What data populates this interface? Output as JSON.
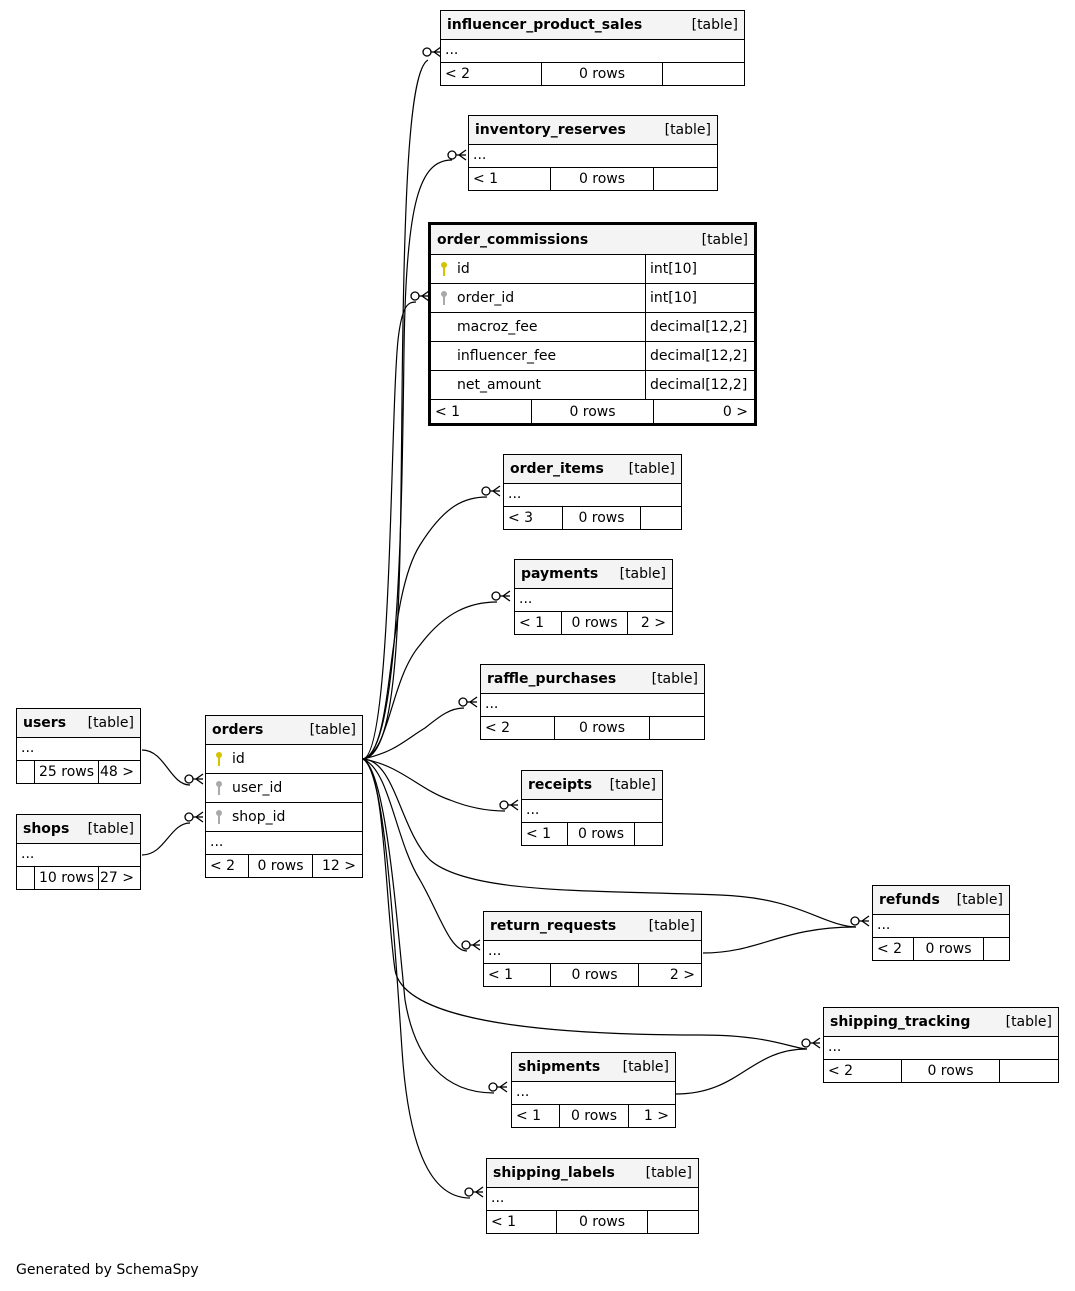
{
  "footer_text": "Generated by SchemaSpy",
  "colors": {
    "primary_key": "#d4c300",
    "foreign_key": "#a9a9a9",
    "header_bg": "#f4f4f4",
    "line": "#000000"
  },
  "tables": {
    "influencer_product_sales": {
      "name": "influencer_product_sales",
      "type": "[table]",
      "ellipsis": "...",
      "parents": "< 2",
      "rows": "0 rows",
      "children": ""
    },
    "inventory_reserves": {
      "name": "inventory_reserves",
      "type": "[table]",
      "ellipsis": "...",
      "parents": "< 1",
      "rows": "0 rows",
      "children": ""
    },
    "order_commissions": {
      "name": "order_commissions",
      "type": "[table]",
      "columns": [
        {
          "name": "id",
          "type": "int[10]",
          "key": "primary-key"
        },
        {
          "name": "order_id",
          "type": "int[10]",
          "key": "foreign-key"
        },
        {
          "name": "macroz_fee",
          "type": "decimal[12,2]",
          "key": ""
        },
        {
          "name": "influencer_fee",
          "type": "decimal[12,2]",
          "key": ""
        },
        {
          "name": "net_amount",
          "type": "decimal[12,2]",
          "key": ""
        }
      ],
      "parents": "< 1",
      "rows": "0 rows",
      "children": "0 >"
    },
    "order_items": {
      "name": "order_items",
      "type": "[table]",
      "ellipsis": "...",
      "parents": "< 3",
      "rows": "0 rows",
      "children": ""
    },
    "payments": {
      "name": "payments",
      "type": "[table]",
      "ellipsis": "...",
      "parents": "< 1",
      "rows": "0 rows",
      "children": "2 >"
    },
    "raffle_purchases": {
      "name": "raffle_purchases",
      "type": "[table]",
      "ellipsis": "...",
      "parents": "< 2",
      "rows": "0 rows",
      "children": ""
    },
    "receipts": {
      "name": "receipts",
      "type": "[table]",
      "ellipsis": "...",
      "parents": "< 1",
      "rows": "0 rows",
      "children": ""
    },
    "refunds": {
      "name": "refunds",
      "type": "[table]",
      "ellipsis": "...",
      "parents": "< 2",
      "rows": "0 rows",
      "children": ""
    },
    "return_requests": {
      "name": "return_requests",
      "type": "[table]",
      "ellipsis": "...",
      "parents": "< 1",
      "rows": "0 rows",
      "children": "2 >"
    },
    "shipping_tracking": {
      "name": "shipping_tracking",
      "type": "[table]",
      "ellipsis": "...",
      "parents": "< 2",
      "rows": "0 rows",
      "children": ""
    },
    "shipments": {
      "name": "shipments",
      "type": "[table]",
      "ellipsis": "...",
      "parents": "< 1",
      "rows": "0 rows",
      "children": "1 >"
    },
    "shipping_labels": {
      "name": "shipping_labels",
      "type": "[table]",
      "ellipsis": "...",
      "parents": "< 1",
      "rows": "0 rows",
      "children": ""
    },
    "users": {
      "name": "users",
      "type": "[table]",
      "ellipsis": "...",
      "parents": "",
      "rows": "25 rows",
      "children": "48 >"
    },
    "shops": {
      "name": "shops",
      "type": "[table]",
      "ellipsis": "...",
      "parents": "",
      "rows": "10 rows",
      "children": "27 >"
    },
    "orders": {
      "name": "orders",
      "type": "[table]",
      "columns": [
        {
          "name": "id",
          "key": "primary-key"
        },
        {
          "name": "user_id",
          "key": "foreign-key"
        },
        {
          "name": "shop_id",
          "key": "foreign-key"
        }
      ],
      "ellipsis": "...",
      "parents": "< 2",
      "rows": "0 rows",
      "children": "12 >"
    }
  },
  "relationships": [
    {
      "from": "orders",
      "to": "influencer_product_sales"
    },
    {
      "from": "orders",
      "to": "inventory_reserves"
    },
    {
      "from": "orders",
      "to": "order_commissions"
    },
    {
      "from": "orders",
      "to": "order_items"
    },
    {
      "from": "orders",
      "to": "payments"
    },
    {
      "from": "orders",
      "to": "raffle_purchases"
    },
    {
      "from": "orders",
      "to": "receipts"
    },
    {
      "from": "orders",
      "to": "refunds"
    },
    {
      "from": "orders",
      "to": "return_requests"
    },
    {
      "from": "orders",
      "to": "shipping_tracking"
    },
    {
      "from": "orders",
      "to": "shipments"
    },
    {
      "from": "orders",
      "to": "shipping_labels"
    },
    {
      "from": "users",
      "to": "orders"
    },
    {
      "from": "shops",
      "to": "orders"
    },
    {
      "from": "return_requests",
      "to": "refunds"
    },
    {
      "from": "shipments",
      "to": "shipping_tracking"
    }
  ]
}
